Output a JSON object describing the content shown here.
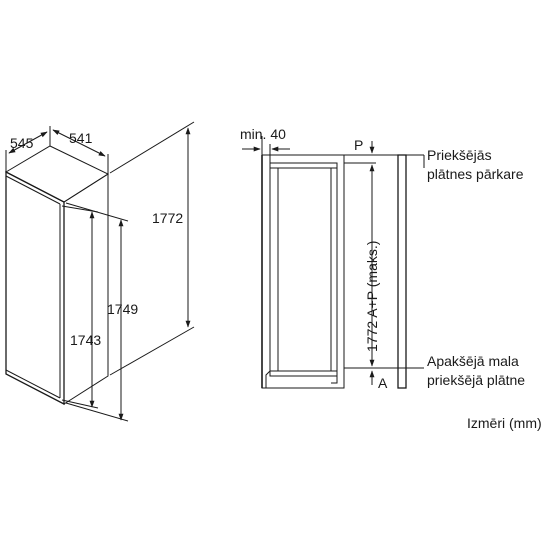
{
  "left_view": {
    "depth": "545",
    "width": "541",
    "total_height": "1772",
    "height_1749": "1749",
    "height_1743": "1743"
  },
  "right_view": {
    "min_gap": "min. 40",
    "p_label": "P",
    "a_label": "A",
    "niche_height": "1772 A+P (maks.)",
    "front_overhang_line1": "Priekšējās",
    "front_overhang_line2": "plātnes pārkare",
    "lower_edge_line1": "Apakšējā mala",
    "lower_edge_line2": "priekšējā plātne"
  },
  "units_note": "Izmēri (mm)",
  "colors": {
    "line": "#1a1a1a",
    "background": "#ffffff"
  }
}
